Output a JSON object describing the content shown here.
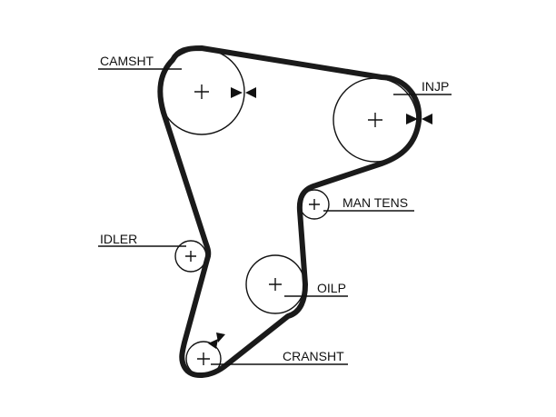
{
  "diagram": {
    "labels": {
      "camshaft": "CAMSHT",
      "injection_pump": "INJP",
      "manual_tensioner": "MAN TENS",
      "idler": "IDLER",
      "oil_pump": "OILP",
      "crankshaft": "CRANSHT"
    },
    "colors": {
      "belt": "#1a1a1a",
      "outline": "#111111",
      "background": "#ffffff"
    },
    "icons": {
      "timing_mark": "triangle-pair",
      "pulley_center": "plus-cross"
    }
  }
}
